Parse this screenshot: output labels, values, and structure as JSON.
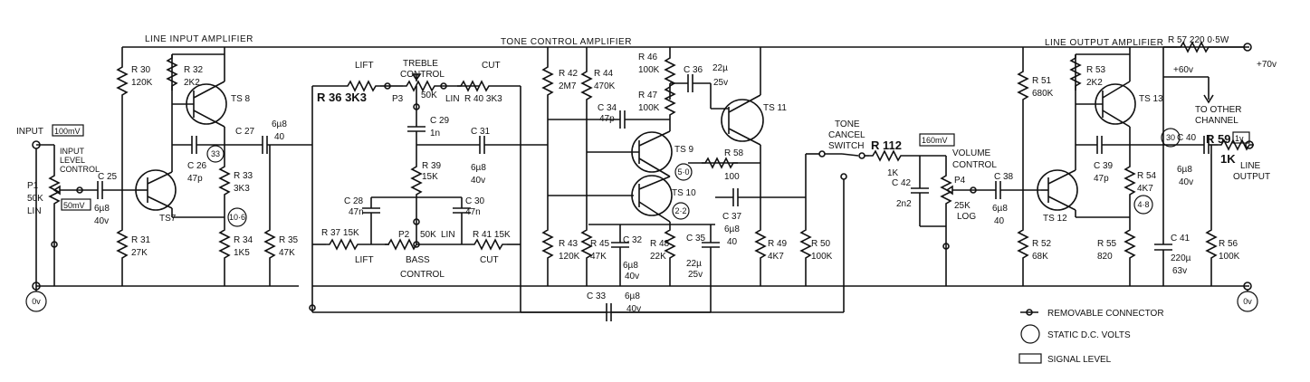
{
  "sections": {
    "line_input": "LINE INPUT AMPLIFIER",
    "tone_control": "TONE CONTROL AMPLIFIER",
    "line_output": "LINE OUTPUT AMPLIFIER"
  },
  "io": {
    "input": "INPUT",
    "input_level": "100mV",
    "input_level_control": [
      "INPUT",
      "LEVEL",
      "CONTROL"
    ],
    "level_after_pot": "50mV",
    "line_output": [
      "LINE",
      "OUTPUT"
    ],
    "output_level": "1v",
    "supply": "+70v",
    "supply_60": "+60v",
    "to_other_channel": [
      "TO OTHER",
      "CHANNEL"
    ],
    "ground": "0v",
    "volume_level": "160mV"
  },
  "components": {
    "R30": [
      "R 30",
      "120K"
    ],
    "R31": [
      "R 31",
      "27K"
    ],
    "R32": [
      "R 32",
      "2K2"
    ],
    "R33": [
      "R 33",
      "3K3"
    ],
    "R34": [
      "R 34",
      "1K5"
    ],
    "R35": [
      "R 35",
      "47K"
    ],
    "P1": [
      "P1",
      "50K",
      "LIN"
    ],
    "C25": [
      "C 25",
      "6µ8",
      "40v"
    ],
    "C26": [
      "C 26",
      "47p"
    ],
    "C27": [
      "C 27",
      "6µ8",
      "40"
    ],
    "TS7": "TS7",
    "TS8": "TS 8",
    "R36": "R 36  3K3",
    "R37": "R 37  15K",
    "P3": "P3",
    "P3_val": "50K",
    "LIN1": "LIN",
    "R40": "R 40  3K3",
    "treble": [
      "TREBLE",
      "CONTROL"
    ],
    "lift_top": "LIFT",
    "cut_top": "CUT",
    "C29": [
      "C 29",
      "1n"
    ],
    "C31": [
      "C 31",
      "6µ8",
      "40v"
    ],
    "R39": [
      "R 39",
      "15K"
    ],
    "C28": [
      "C 28",
      "47n"
    ],
    "C30": [
      "C 30",
      "47n"
    ],
    "P2": "P2",
    "P2_val": "50K",
    "LIN2": "LIN",
    "R41": "R 41  15K",
    "lift_bot": "LIFT",
    "bass": "BASS",
    "cut_bot": "CUT",
    "control_bot": "CONTROL",
    "R42": [
      "R 42",
      "2M7"
    ],
    "R43": [
      "R 43",
      "120K"
    ],
    "R44": [
      "R 44",
      "470K"
    ],
    "R45": [
      "R 45",
      "47K"
    ],
    "R46": [
      "R 46",
      "100K"
    ],
    "R47": [
      "R 47",
      "100K"
    ],
    "R48": [
      "R 48",
      "22K"
    ],
    "R49": [
      "R 49",
      "4K7"
    ],
    "R50": [
      "R 50",
      "100K"
    ],
    "R58": [
      "R 58",
      "100"
    ],
    "C32": [
      "C 32",
      "6µ8",
      "40v"
    ],
    "C33": [
      "C 33",
      "6µ8",
      "40v"
    ],
    "C34": [
      "C 34",
      "47p"
    ],
    "C35": [
      "C 35",
      "22µ",
      "25v"
    ],
    "C36": [
      "C 36",
      "22µ",
      "25v"
    ],
    "C37": [
      "C 37",
      "6µ8",
      "40"
    ],
    "TS9": "TS 9",
    "TS10": "TS 10",
    "TS11": "TS 11",
    "tone_cancel": [
      "TONE",
      "CANCEL",
      "SWITCH"
    ],
    "R112": [
      "R 112",
      "1K"
    ],
    "C42": [
      "C 42",
      "2n2"
    ],
    "P4": [
      "P4",
      "25K",
      "LOG"
    ],
    "volume": [
      "VOLUME",
      "CONTROL"
    ],
    "C38": [
      "C 38",
      "6µ8",
      "40"
    ],
    "TS12": "TS 12",
    "TS13": "TS 13",
    "R51": [
      "R 51",
      "680K"
    ],
    "R52": [
      "R 52",
      "68K"
    ],
    "R53": [
      "R 53",
      "2K2"
    ],
    "R54": [
      "R 54",
      "4K7"
    ],
    "R55": [
      "R 55",
      "820"
    ],
    "R56": [
      "R 56",
      "100K"
    ],
    "R57": "R 57  220 0·5W",
    "R59": [
      "R 59",
      "1K"
    ],
    "C39": [
      "C 39",
      "47p"
    ],
    "C40": [
      "C 40",
      "6µ8",
      "40v"
    ],
    "C41": [
      "C 41",
      "220µ",
      "63v"
    ]
  },
  "voltages": {
    "v33": "33",
    "v106": "10·6",
    "v50": "5·0",
    "v22": "2·2",
    "v30": "30",
    "v48": "4·8"
  },
  "legend": {
    "removable": "REMOVABLE CONNECTOR",
    "static": "STATIC D.C. VOLTS",
    "signal": "SIGNAL LEVEL"
  }
}
